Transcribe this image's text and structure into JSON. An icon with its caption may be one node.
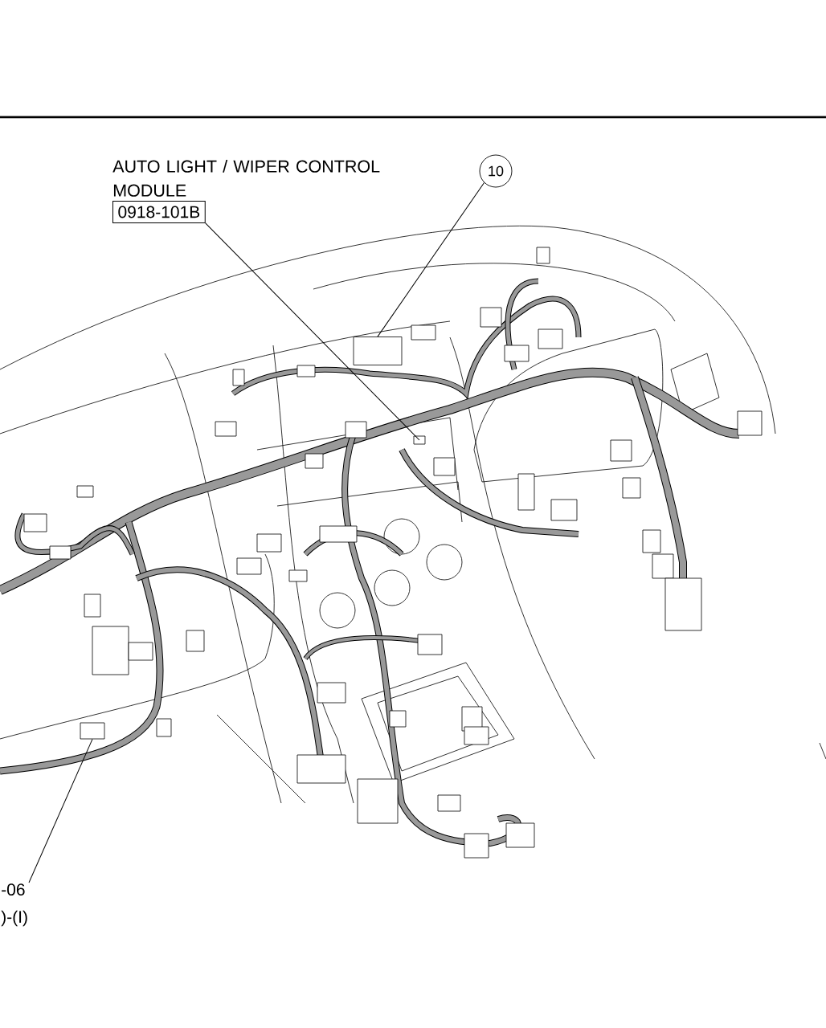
{
  "diagram": {
    "nodes": [
      {
        "text": [
          "AUTO LIGHT / WIPER CONTROL MODULE",
          "0918-101B"
        ]
      },
      {
        "text": [],
        "shape": "box"
      },
      {
        "text": [
          "10"
        ]
      },
      {
        "text": [],
        "shape": "box"
      },
      {
        "text": [
          "-06",
          ")-(I)"
        ]
      },
      {
        "text": [],
        "shape": "box"
      }
    ],
    "edges": [
      {
        "from": 0,
        "to": 1,
        "arrow": "none"
      },
      {
        "from": 2,
        "to": 3,
        "arrow": "none"
      },
      {
        "from": 4,
        "to": 5,
        "arrow": "none"
      }
    ]
  }
}
